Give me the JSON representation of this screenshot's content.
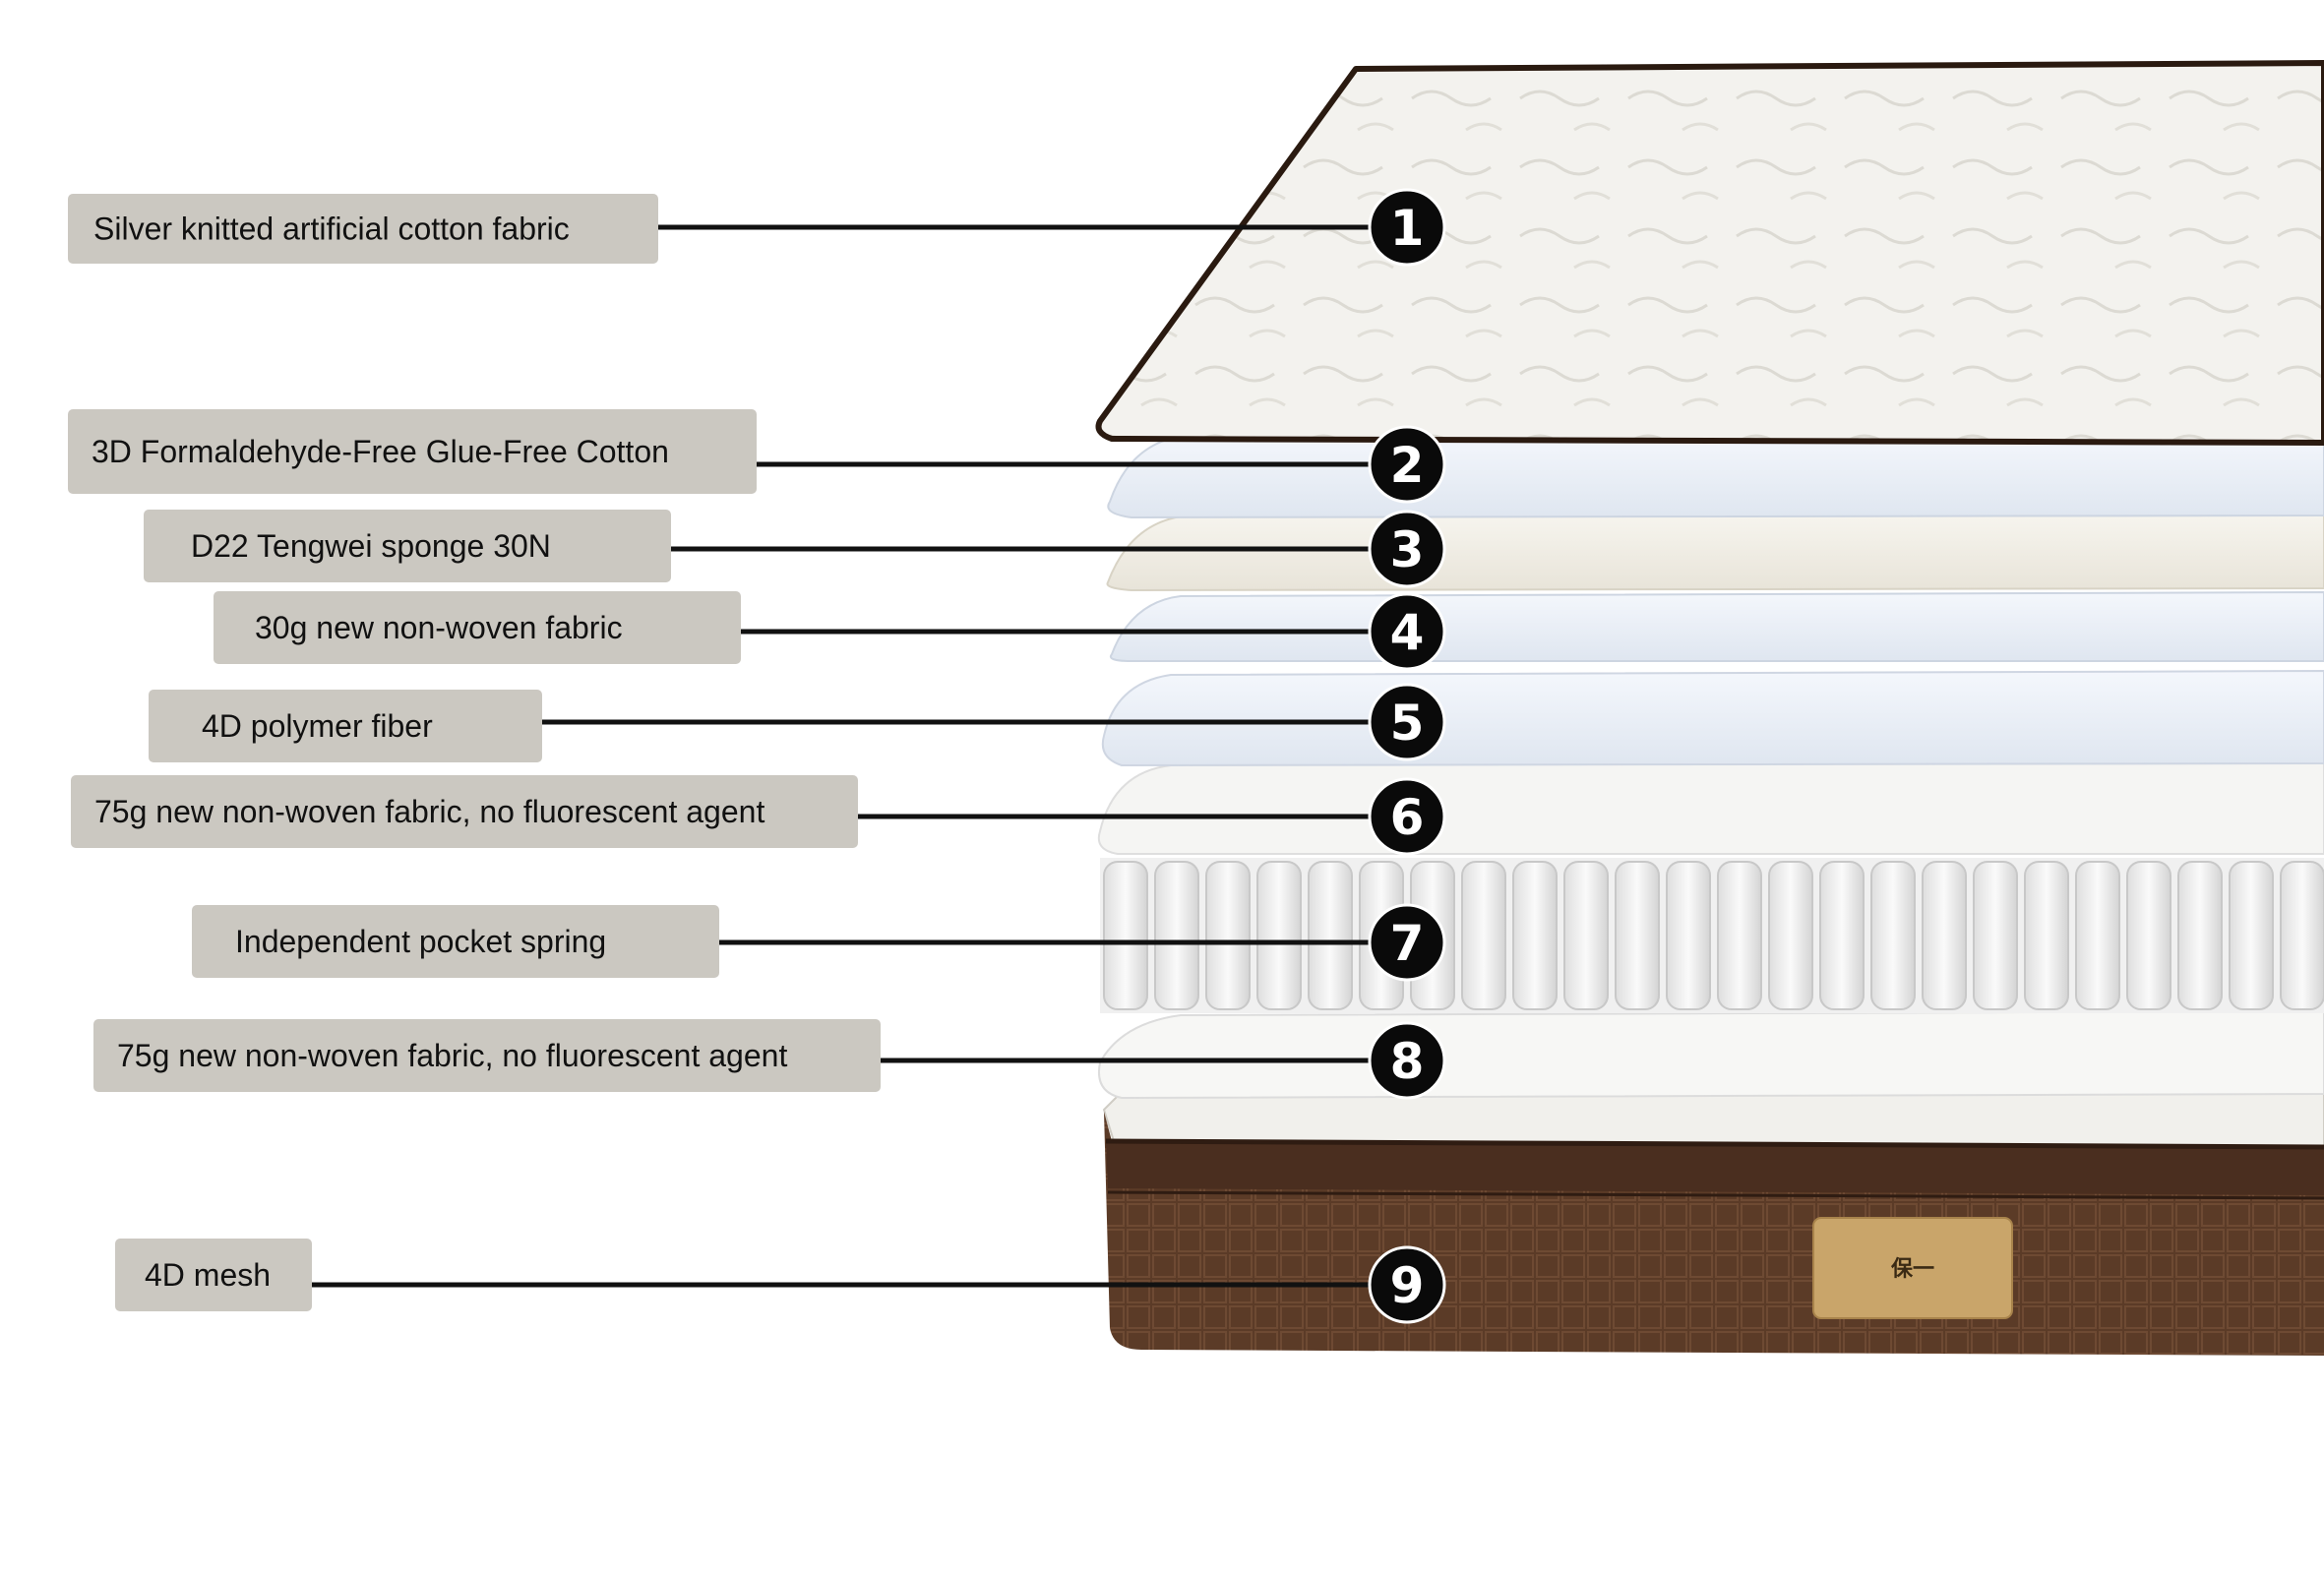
{
  "diagram": {
    "layers": [
      {
        "number": "1",
        "label": "Silver knitted artificial cotton fabric"
      },
      {
        "number": "2",
        "label": "3D Formaldehyde-Free Glue-Free Cotton"
      },
      {
        "number": "3",
        "label": "D22 Tengwei sponge 30N"
      },
      {
        "number": "4",
        "label": "30g new non-woven fabric"
      },
      {
        "number": "5",
        "label": "4D polymer fiber"
      },
      {
        "number": "6",
        "label": "75g new non-woven fabric, no fluorescent agent"
      },
      {
        "number": "7",
        "label": "Independent pocket spring"
      },
      {
        "number": "8",
        "label": "75g new non-woven fabric, no fluorescent agent"
      },
      {
        "number": "9",
        "label": "4D mesh"
      }
    ],
    "brand_badge": "保一"
  },
  "colors": {
    "label_box": "#cbc8c1",
    "leader_line": "#111111",
    "number_circle": "#0a0a0a",
    "quilt_fabric": "#f3f2ee",
    "base_brown": "#5a3a26",
    "badge_gold": "#c9a56a"
  },
  "icons": [
    "mattress-cutaway-illustration",
    "number-circle-icon",
    "brand-badge"
  ]
}
